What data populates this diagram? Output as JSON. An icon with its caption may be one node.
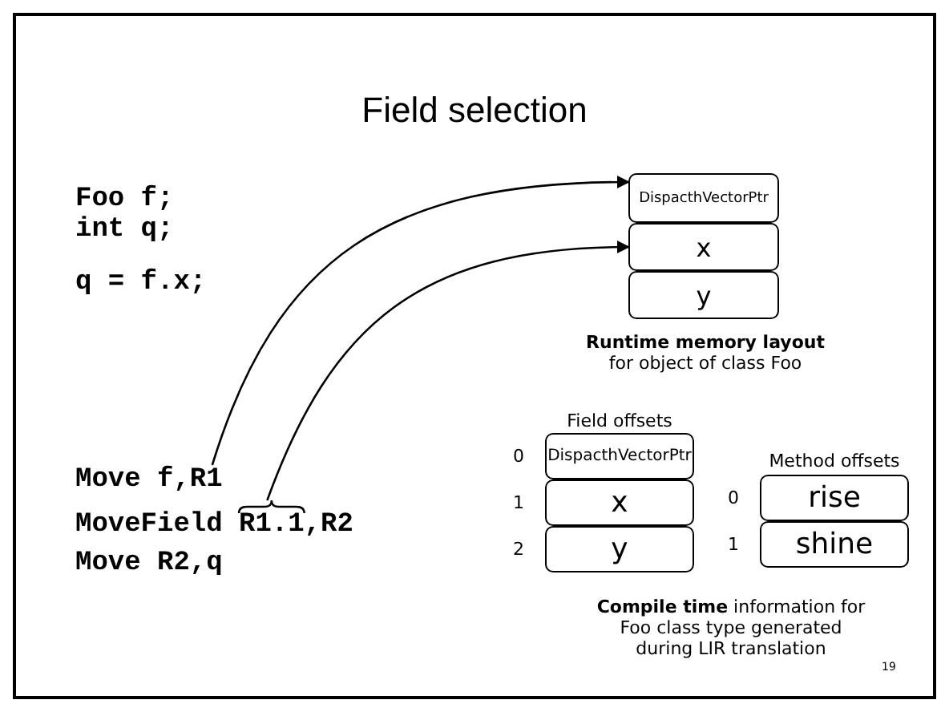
{
  "diagram": {
    "title": "Field selection",
    "nodes": [
      {
        "text": [
          "Move f,R1"
        ]
      },
      {
        "text": [
          "MoveField R1.1,R2"
        ]
      },
      {
        "text": [
          "DispacthVectorPtr"
        ]
      },
      {
        "text": [
          "x"
        ]
      },
      {
        "text": [
          "y"
        ]
      },
      {
        "text": [
          "DispacthVectorPtr"
        ],
        "beside": [
          "0"
        ]
      },
      {
        "text": [
          "x"
        ],
        "beside": [
          "1"
        ]
      },
      {
        "text": [
          "y"
        ],
        "beside": [
          "2"
        ]
      },
      {
        "text": [
          "rise"
        ],
        "beside": [
          "0"
        ]
      },
      {
        "text": [
          "shine"
        ],
        "beside": [
          "1"
        ]
      }
    ],
    "edges": [
      {
        "from": 0,
        "to": 2,
        "arrow": "to"
      },
      {
        "from": 1,
        "to": 3,
        "arrow": "to"
      }
    ],
    "labels": [
      "Foo f;",
      "int q;",
      "q = f.x;",
      "Move R2,q",
      "**Runtime memory layout** for object of class Foo",
      "Field offsets",
      "Method offsets",
      "**Compile time** information for Foo class type generated during LIR translation",
      "19"
    ]
  }
}
